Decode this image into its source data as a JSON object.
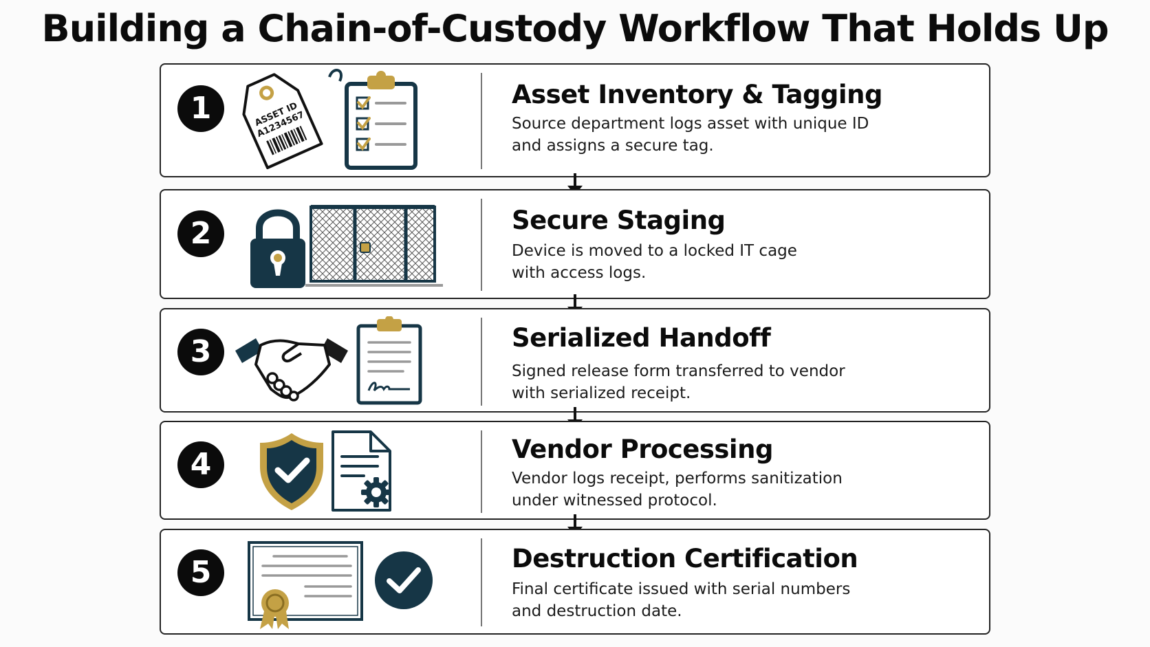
{
  "title": "Building a Chain-of-Custody Workflow That Holds Up",
  "colors": {
    "navy": "#163646",
    "gold": "#c4a145",
    "ink": "#0b0b0b"
  },
  "steps": [
    {
      "number": "1",
      "title": "Asset Inventory & Tagging",
      "desc_line1": "Source department logs asset with unique ID",
      "desc_line2": "and assigns a secure tag.",
      "tag_line1": "ASSET ID",
      "tag_line2": "A1234567",
      "icons": [
        "asset-tag-icon",
        "checklist-clipboard-icon"
      ]
    },
    {
      "number": "2",
      "title": "Secure Staging",
      "desc_line1": "Device is moved to a locked IT cage",
      "desc_line2": "with access logs.",
      "icons": [
        "padlock-icon",
        "locked-cage-icon"
      ]
    },
    {
      "number": "3",
      "title": "Serialized Handoff",
      "desc_line1": "Signed release form transferred to vendor",
      "desc_line2": "with serialized receipt.",
      "icons": [
        "handshake-icon",
        "signed-form-icon"
      ]
    },
    {
      "number": "4",
      "title": "Vendor Processing",
      "desc_line1": "Vendor logs receipt, performs sanitization",
      "desc_line2": "under witnessed protocol.",
      "icons": [
        "shield-check-icon",
        "document-gear-icon"
      ]
    },
    {
      "number": "5",
      "title": "Destruction Certification",
      "desc_line1": "Final certificate issued with serial numbers",
      "desc_line2": "and destruction date.",
      "icons": [
        "certificate-icon",
        "check-circle-icon"
      ]
    }
  ]
}
